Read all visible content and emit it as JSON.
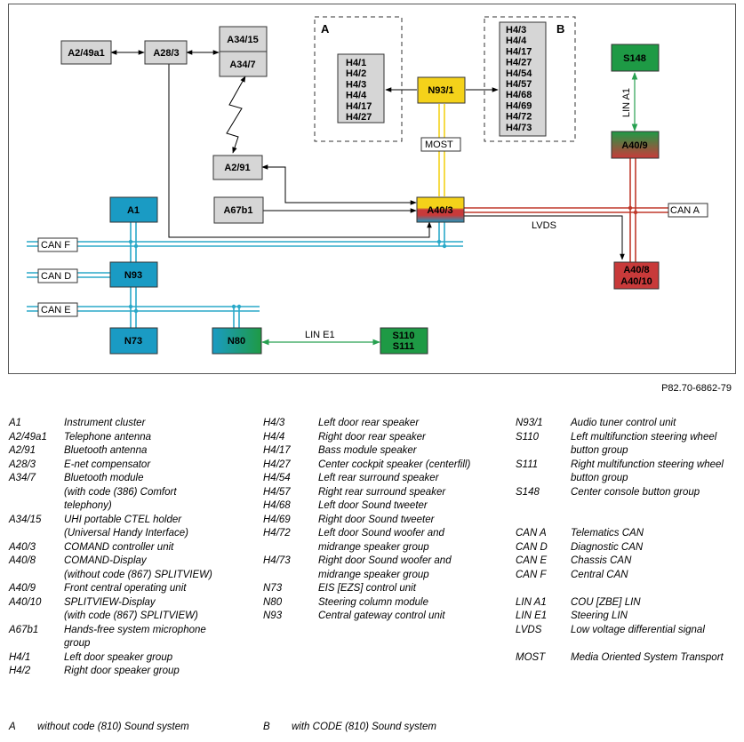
{
  "ref_code": "P82.70-6862-79",
  "groups": {
    "A": {
      "label": "A",
      "items": [
        "H4/1",
        "H4/2",
        "H4/3",
        "H4/4",
        "H4/17",
        "H4/27"
      ]
    },
    "B": {
      "label": "B",
      "items": [
        "H4/3",
        "H4/4",
        "H4/17",
        "H4/27",
        "H4/54",
        "H4/57",
        "H4/68",
        "H4/69",
        "H4/72",
        "H4/73"
      ]
    }
  },
  "nodes": {
    "a2_49a1": "A2/49a1",
    "a28_3": "A28/3",
    "a34_15": "A34/15",
    "a34_7": "A34/7",
    "a2_91": "A2/91",
    "a67b1": "A67b1",
    "n93_1": "N93/1",
    "s148": "S148",
    "a40_9": "A40/9",
    "a40_3": "A40/3",
    "a1": "A1",
    "n93": "N93",
    "n73": "N73",
    "n80": "N80",
    "s110": "S110",
    "s111": "S111",
    "a40_8": "A40/8",
    "a40_10": "A40/10"
  },
  "buses": {
    "can_f": "CAN F",
    "can_d": "CAN D",
    "can_e": "CAN E",
    "can_a": "CAN A",
    "most": "MOST",
    "lvds": "LVDS",
    "lin_a1": "LIN A1",
    "lin_e1": "LIN E1"
  },
  "colors": {
    "grey_box": "#d6d6d6",
    "blue": "#1a9bc4",
    "green": "#1e9a45",
    "yellow": "#f4d21a",
    "red": "#c83a3a",
    "cyan_bus": "#2aa9c9",
    "red_bus": "#c0392b",
    "green_link": "#27a050"
  },
  "legend": {
    "col1": [
      {
        "code": "A1",
        "desc": [
          "Instrument cluster"
        ]
      },
      {
        "code": "A2/49a1",
        "desc": [
          "Telephone antenna"
        ]
      },
      {
        "code": "A2/91",
        "desc": [
          "Bluetooth antenna"
        ]
      },
      {
        "code": "A28/3",
        "desc": [
          "E-net compensator"
        ]
      },
      {
        "code": "A34/7",
        "desc": [
          "Bluetooth module",
          "(with code (386) Comfort",
          "telephony)"
        ]
      },
      {
        "code": "A34/15",
        "desc": [
          "UHI portable CTEL holder",
          "(Universal Handy Interface)"
        ]
      },
      {
        "code": "A40/3",
        "desc": [
          "COMAND controller unit"
        ]
      },
      {
        "code": "A40/8",
        "desc": [
          "COMAND-Display",
          "(without code (867) SPLITVIEW)"
        ]
      },
      {
        "code": "A40/9",
        "desc": [
          "Front central operating unit"
        ]
      },
      {
        "code": "A40/10",
        "desc": [
          "SPLITVIEW-Display",
          "(with code (867) SPLITVIEW)"
        ]
      },
      {
        "code": "A67b1",
        "desc": [
          "Hands-free system microphone",
          "group"
        ]
      },
      {
        "code": "H4/1",
        "desc": [
          "Left door speaker group"
        ]
      },
      {
        "code": "H4/2",
        "desc": [
          "Right door speaker group"
        ]
      }
    ],
    "col2": [
      {
        "code": "H4/3",
        "desc": [
          "Left door rear speaker"
        ]
      },
      {
        "code": "H4/4",
        "desc": [
          "Right door rear speaker"
        ]
      },
      {
        "code": "H4/17",
        "desc": [
          "Bass module speaker"
        ]
      },
      {
        "code": "H4/27",
        "desc": [
          "Center cockpit speaker (centerfill)"
        ]
      },
      {
        "code": "H4/54",
        "desc": [
          "Left rear surround speaker"
        ]
      },
      {
        "code": "H4/57",
        "desc": [
          "Right rear surround speaker"
        ]
      },
      {
        "code": "H4/68",
        "desc": [
          "Left door Sound tweeter"
        ]
      },
      {
        "code": "H4/69",
        "desc": [
          "Right door Sound tweeter"
        ]
      },
      {
        "code": "H4/72",
        "desc": [
          "Left door Sound woofer and",
          "midrange speaker group"
        ]
      },
      {
        "code": "H4/73",
        "desc": [
          "Right door Sound woofer and",
          "midrange speaker group"
        ]
      },
      {
        "code": "N73",
        "desc": [
          "EIS [EZS] control unit"
        ]
      },
      {
        "code": "N80",
        "desc": [
          "Steering column module"
        ]
      },
      {
        "code": "N93",
        "desc": [
          "Central gateway control unit"
        ]
      }
    ],
    "col3": [
      {
        "code": "N93/1",
        "desc": [
          "Audio tuner control unit"
        ]
      },
      {
        "code": "S110",
        "desc": [
          "Left multifunction steering wheel",
          "button group"
        ]
      },
      {
        "code": "S111",
        "desc": [
          "Right multifunction steering wheel",
          "button group"
        ]
      },
      {
        "code": "S148",
        "desc": [
          "Center console button group"
        ]
      },
      {
        "gap": 2
      },
      {
        "code": "CAN A",
        "desc": [
          "Telematics CAN"
        ]
      },
      {
        "code": "CAN D",
        "desc": [
          "Diagnostic CAN"
        ]
      },
      {
        "code": "CAN E",
        "desc": [
          "Chassis CAN"
        ]
      },
      {
        "code": "CAN F",
        "desc": [
          "Central CAN"
        ]
      },
      {
        "gap": 1
      },
      {
        "code": "LIN A1",
        "desc": [
          "COU [ZBE] LIN"
        ]
      },
      {
        "code": "LIN E1",
        "desc": [
          "Steering LIN"
        ]
      },
      {
        "code": "LVDS",
        "desc": [
          "Low voltage differential signal"
        ]
      },
      {
        "gap": 1
      },
      {
        "code": "MOST",
        "desc": [
          "Media Oriented System Transport"
        ]
      }
    ]
  },
  "notes": [
    {
      "key": "A",
      "text": "without code (810) Sound system"
    },
    {
      "key": "B",
      "text": "with CODE (810) Sound system"
    }
  ]
}
